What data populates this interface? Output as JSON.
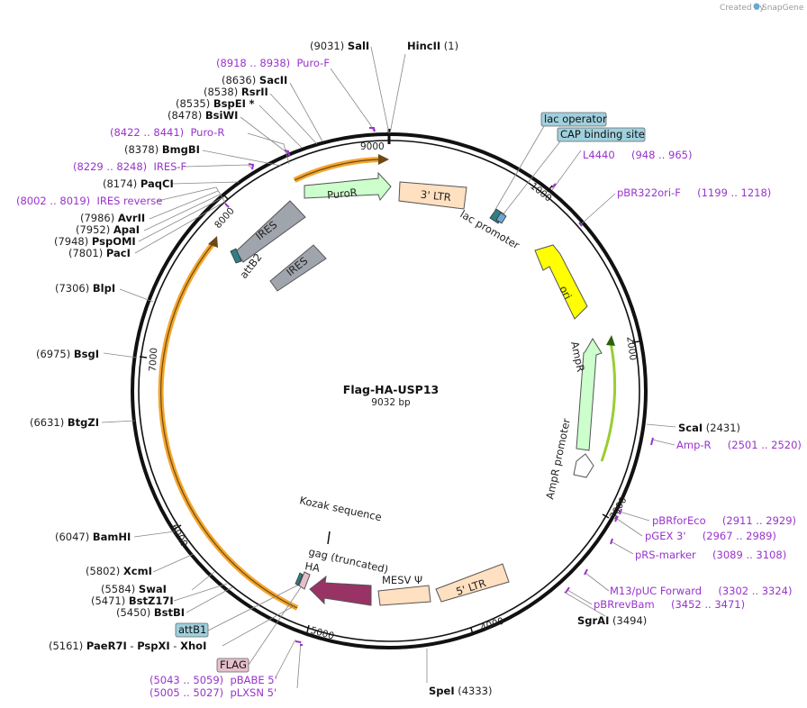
{
  "branding": {
    "created_by": "Created by",
    "app": "SnapGene"
  },
  "plasmid": {
    "name": "Flag-HA-USP13",
    "size": "9032 bp"
  },
  "ticks": [
    "1000",
    "2000",
    "3000",
    "4000",
    "5000",
    "6000",
    "7000",
    "8000",
    "9000"
  ],
  "enzymes_left": [
    {
      "pos": "(9031)",
      "name": "SalI"
    },
    {
      "pos": "(8636)",
      "name": "SacII"
    },
    {
      "pos": "(8538)",
      "name": "RsrII"
    },
    {
      "pos": "(8535)",
      "name": "BspEI",
      "extra": "*"
    },
    {
      "pos": "(8478)",
      "name": "BsiWI"
    },
    {
      "pos": "(8378)",
      "name": "BmgBI"
    },
    {
      "pos": "(8174)",
      "name": "PaqCI"
    },
    {
      "pos": "(7986)",
      "name": "AvrII"
    },
    {
      "pos": "(7952)",
      "name": "ApaI"
    },
    {
      "pos": "(7948)",
      "name": "PspOMI"
    },
    {
      "pos": "(7801)",
      "name": "PacI"
    },
    {
      "pos": "(7306)",
      "name": "BlpI"
    },
    {
      "pos": "(6975)",
      "name": "BsgI"
    },
    {
      "pos": "(6631)",
      "name": "BtgZI"
    },
    {
      "pos": "(6047)",
      "name": "BamHI"
    },
    {
      "pos": "(5802)",
      "name": "XcmI"
    },
    {
      "pos": "(5584)",
      "name": "SwaI"
    },
    {
      "pos": "(5471)",
      "name": "BstZ17I"
    },
    {
      "pos": "(5450)",
      "name": "BstBI"
    }
  ],
  "enzyme_hincii": {
    "name": "HincII",
    "pos": "(1)"
  },
  "enzyme_multi": {
    "pos": "(5161)",
    "name1": "PaeR7I",
    "sep1": " - ",
    "name2": "PspXI",
    "sep2": " - ",
    "name3": "XhoI"
  },
  "enzymes_right": [
    {
      "name": "ScaI",
      "pos": "(2431)"
    },
    {
      "name": "SgrAI",
      "pos": "(3494)"
    },
    {
      "name": "SpeI",
      "pos": "(4333)"
    }
  ],
  "primers": [
    {
      "label": "(8918 .. 8938)  Puro-F"
    },
    {
      "label": "(8422 .. 8441)  Puro-R"
    },
    {
      "label": "(8229 .. 8248)  IRES-F"
    },
    {
      "label": "(8002 .. 8019)  IRES reverse"
    },
    {
      "label": "L4440     (948 .. 965)"
    },
    {
      "label": "pBR322ori-F     (1199 .. 1218)"
    },
    {
      "label": "Amp-R     (2501 .. 2520)"
    },
    {
      "label": "pBRforEco     (2911 .. 2929)"
    },
    {
      "label": "pGEX 3'     (2967 .. 2989)"
    },
    {
      "label": "pRS-marker     (3089 .. 3108)"
    },
    {
      "label": "M13/pUC Forward     (3302 .. 3324)"
    },
    {
      "label": "pBRrevBam     (3452 .. 3471)"
    },
    {
      "label": "(5043 .. 5059)  pBABE 5'"
    },
    {
      "label": "(5005 .. 5027)  pLXSN 5'"
    }
  ],
  "boxes": {
    "lac_operator": "lac operator",
    "cap_site": "CAP binding site",
    "attB1": "attB1",
    "flag": "FLAG"
  },
  "features": {
    "puroR": "PuroR",
    "ltr3": "3' LTR",
    "ires1": "IRES",
    "ires2": "IRES",
    "attB2": "attB2",
    "lac_promoter": "lac promoter",
    "ori": "ori",
    "ampR": "AmpR",
    "ampR_promoter": "AmpR promoter",
    "kozak": "Kozak sequence",
    "gag": "gag (truncated)",
    "ha": "HA",
    "mesv": "MESV Ψ",
    "ltr5": "5' LTR"
  },
  "colors": {
    "primer": "#9933cc",
    "puroR": "#ccffcc",
    "ltr": "#ffe0c0",
    "ires": "#a0a5ad",
    "ori": "#ffff00",
    "mesv": "#993366",
    "orf": "#f4a52c",
    "box_blue": "#9fd0de",
    "box_pink": "#e6bfcc"
  }
}
